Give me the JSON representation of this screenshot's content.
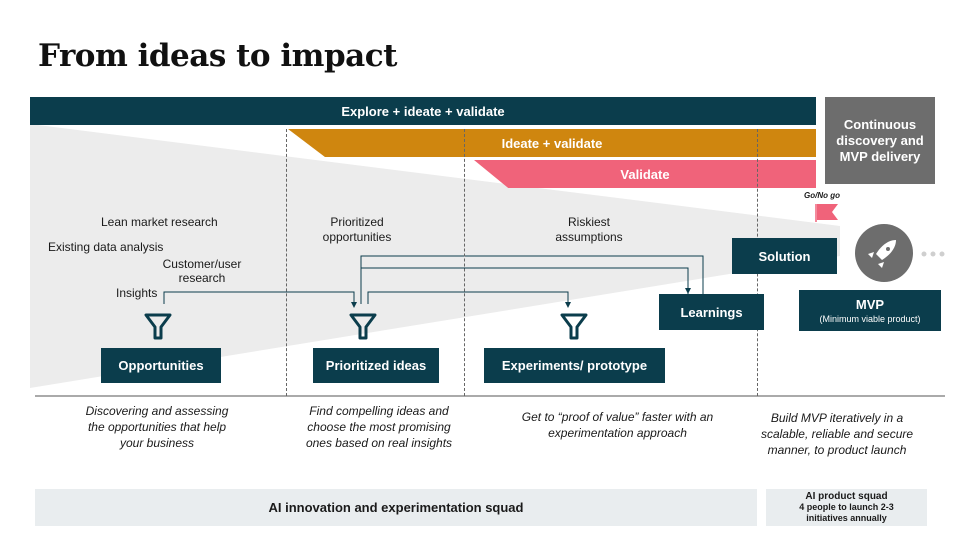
{
  "title": "From ideas to impact",
  "bands": {
    "explore": "Explore + ideate + validate",
    "ideate": "Ideate + validate",
    "validate": "Validate",
    "continuous": "Continuous discovery and MVP delivery"
  },
  "labels": {
    "lean": "Lean market research",
    "existing": "Existing data analysis",
    "customer": "Customer/user research",
    "insights": "Insights",
    "prioritized_opps": "Prioritized opportunities",
    "riskiest": "Riskiest assumptions",
    "gonogo": "Go/No go"
  },
  "boxes": {
    "opportunities": "Opportunities",
    "prioritized_ideas": "Prioritized ideas",
    "experiments": "Experiments/ prototype",
    "learnings": "Learnings",
    "solution": "Solution",
    "mvp": "MVP",
    "mvp_sub": "(Minimum viable product)"
  },
  "descriptions": {
    "d1": "Discovering and assessing the opportunities that help your business",
    "d2": "Find compelling ideas and choose the most promising ones based on real insights",
    "d3": "Get to “proof of value” faster with an experimentation approach",
    "d4": "Build MVP iteratively in a scalable, reliable and secure manner, to product launch"
  },
  "squads": {
    "innovation": "AI innovation and experimentation squad",
    "product_title": "AI product squad",
    "product_sub": "4 people to launch 2-3 initiatives annually"
  },
  "colors": {
    "teal": "#0b3d4c",
    "orange": "#cf860f",
    "pink": "#f0637a",
    "gray": "#6d6d6d",
    "light": "#e9edef"
  }
}
